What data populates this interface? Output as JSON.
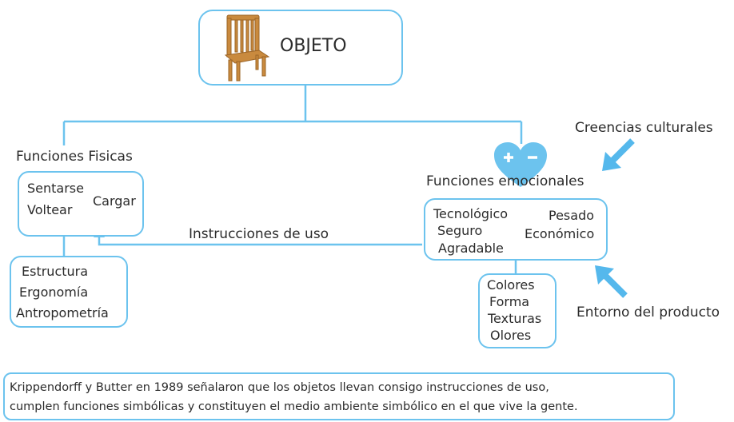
{
  "root": {
    "label": "OBJETO",
    "image": "chair-icon"
  },
  "funciones_fisicas": {
    "title": "Funciones Fisicas",
    "items": [
      "Sentarse",
      "Voltear",
      "Cargar"
    ]
  },
  "fisicas_detalle": {
    "items": [
      "Estructura",
      "Ergonomía",
      "Antropometría"
    ]
  },
  "funciones_emocionales": {
    "title": "Funciones emocionales",
    "heart_icon": "heart-plus-minus-icon",
    "items": [
      "Tecnológico",
      "Seguro",
      "Agradable",
      "Pesado",
      "Económico"
    ]
  },
  "emocionales_detalle": {
    "items": [
      "Colores",
      "Forma",
      "Texturas",
      "Olores"
    ]
  },
  "connector_label": "Instrucciones de uso",
  "influences": {
    "top": "Creencias culturales",
    "bottom": "Entorno del producto"
  },
  "footer": {
    "line1": "Krippendorff y Butter en 1989  señalaron  que los objetos llevan consigo instrucciones de uso,",
    "line2": "cumplen  funciones simbólicas y constituyen el medio ambiente simbólico en el que vive la gente."
  },
  "colors": {
    "accent": "#6cc3ee",
    "arrow": "#55b8ec",
    "text": "#2b2b2b",
    "chair": "#c98a3e"
  }
}
